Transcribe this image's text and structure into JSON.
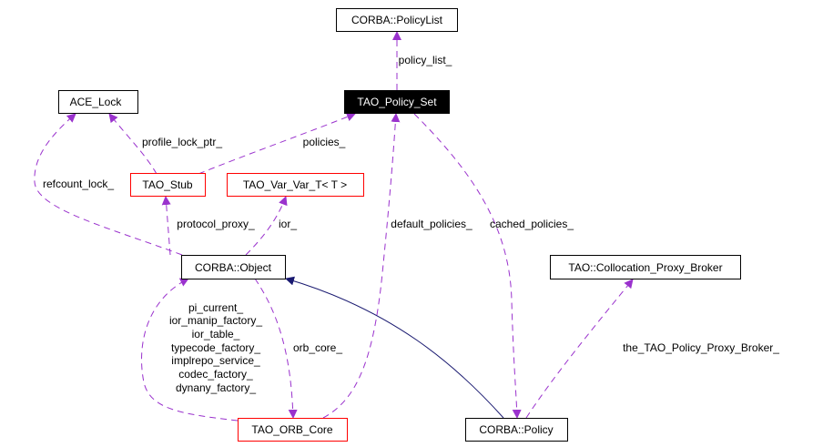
{
  "colors": {
    "usage_edge": "#9a32cd",
    "inheritance_edge": "#191970",
    "focus_node": "#000000",
    "incomplete_node_border": "#ff0000"
  },
  "nodes": {
    "policy_list": "CORBA::PolicyList",
    "ace_lock": "ACE_Lock",
    "policy_set": "TAO_Policy_Set",
    "stub": "TAO_Stub",
    "var_var": "TAO_Var_Var_T< T >",
    "object": "CORBA::Object",
    "proxy_broker": "TAO::Collocation_Proxy_Broker",
    "orb_core": "TAO_ORB_Core",
    "policy": "CORBA::Policy"
  },
  "edge_labels": {
    "policy_list": "policy_list_",
    "profile_lock_ptr": "profile_lock_ptr_",
    "policies": "policies_",
    "refcount_lock": "refcount_lock_",
    "protocol_proxy": "protocol_proxy_",
    "ior": "ior_",
    "default_policies": "default_policies_",
    "cached_policies": "cached_policies_",
    "proxy_broker": "the_TAO_Policy_Proxy_Broker_",
    "orb_core": "orb_core_",
    "orb_core_members": [
      "pi_current_",
      "ior_manip_factory_",
      "ior_table_",
      "typecode_factory_",
      "implrepo_service_",
      "codec_factory_",
      "dynany_factory_"
    ]
  }
}
